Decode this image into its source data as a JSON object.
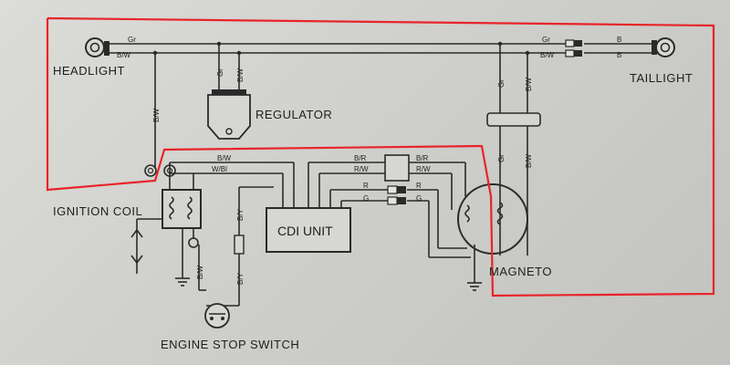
{
  "components": {
    "headlight": "HEADLIGHT",
    "taillight": "TAILLIGHT",
    "regulator": "REGULATOR",
    "ignition_coil": "IGNITION COIL",
    "cdi_unit": "CDI UNIT",
    "magneto": "MAGNETO",
    "engine_stop_switch": "ENGINE STOP SWITCH"
  },
  "wire_codes": {
    "gr": "Gr",
    "bw": "B/W",
    "b": "B",
    "wbl": "W/Bl",
    "br": "B/R",
    "rw": "R/W",
    "r": "R",
    "g": "G",
    "by": "B/Y"
  },
  "colors": {
    "highlight_outline": "#e8242a",
    "ink": "#2a2a2a"
  }
}
